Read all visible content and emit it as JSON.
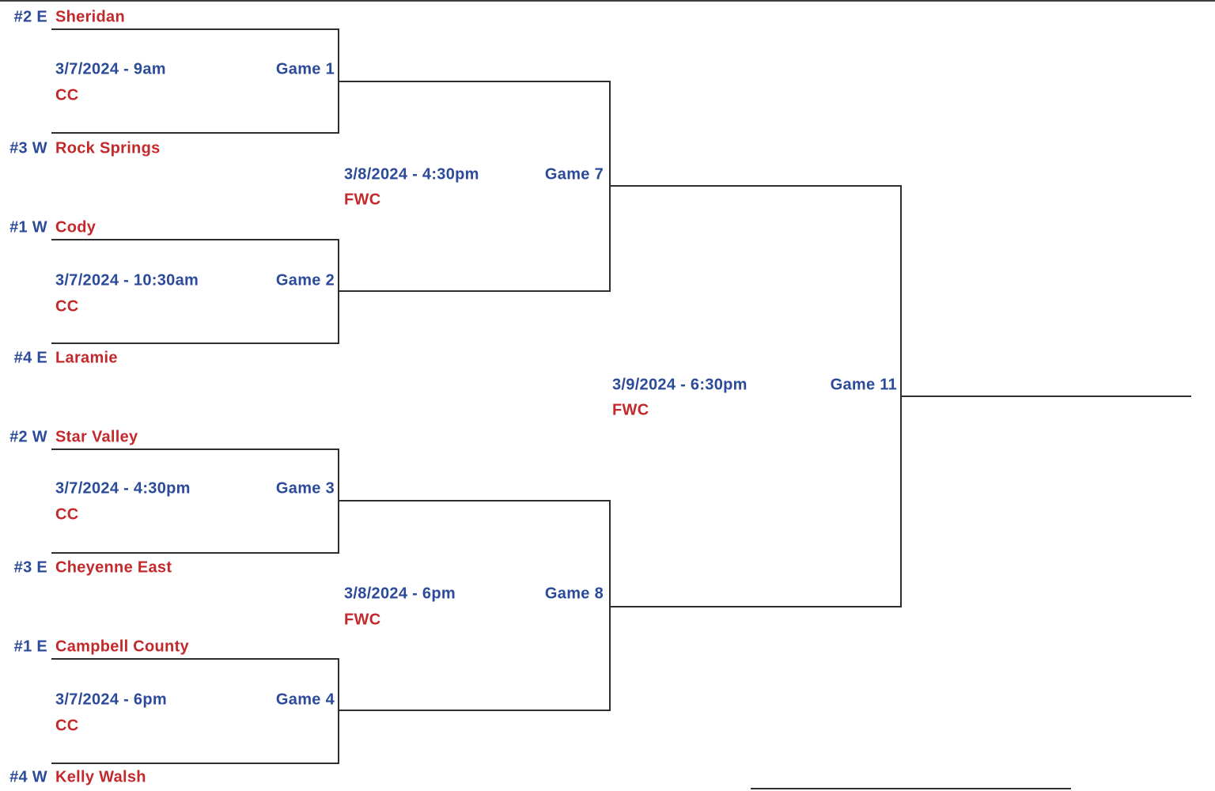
{
  "colors": {
    "blue_text": "#2b4a9a",
    "red_text": "#c3292b",
    "line": "#2e2e2e",
    "background": "#ffffff"
  },
  "bracket": {
    "teams": [
      {
        "seed": "#2 E",
        "name": "Sheridan"
      },
      {
        "seed": "#3 W",
        "name": "Rock Springs"
      },
      {
        "seed": "#1 W",
        "name": "Cody"
      },
      {
        "seed": "#4 E",
        "name": "Laramie"
      },
      {
        "seed": "#2 W",
        "name": "Star Valley"
      },
      {
        "seed": "#3 E",
        "name": "Cheyenne East"
      },
      {
        "seed": "#1 E",
        "name": "Campbell County"
      },
      {
        "seed": "#4 W",
        "name": "Kelly Walsh"
      }
    ],
    "games": [
      {
        "label": "Game 1",
        "datetime": "3/7/2024 - 9am",
        "site": "CC"
      },
      {
        "label": "Game 2",
        "datetime": "3/7/2024 - 10:30am",
        "site": "CC"
      },
      {
        "label": "Game 3",
        "datetime": "3/7/2024 - 4:30pm",
        "site": "CC"
      },
      {
        "label": "Game 4",
        "datetime": "3/7/2024 - 6pm",
        "site": "CC"
      },
      {
        "label": "Game 7",
        "datetime": "3/8/2024 - 4:30pm",
        "site": "FWC"
      },
      {
        "label": "Game 8",
        "datetime": "3/8/2024 - 6pm",
        "site": "FWC"
      },
      {
        "label": "Game 11",
        "datetime": "3/9/2024 - 6:30pm",
        "site": "FWC"
      }
    ]
  }
}
